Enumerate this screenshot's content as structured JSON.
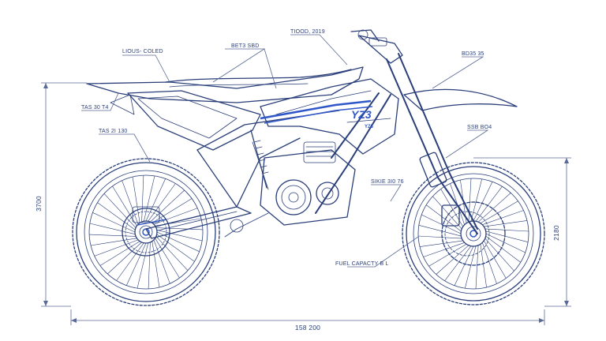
{
  "callouts": {
    "top_left": "LIOUS- COLED",
    "top_mid": "BET3 SBD",
    "top_center": "TIOOD, 2019",
    "top_right": "BD35 35",
    "left_rear": "TAS 30 T4",
    "left_wheel": "TAS 2I 130",
    "right_fork": "SSB BO4",
    "engine_right": "SIKIE 3I0 76",
    "fuel": "FUEL CAPACTY B L"
  },
  "dimensions": {
    "height_left": "3700",
    "height_right": "2180",
    "length_bottom": "158 200"
  },
  "branding": {
    "tank_logo": "YZ3",
    "tank_sub": "YZ3"
  },
  "colors": {
    "ink": "#2a3f7a",
    "accent": "#2f57c8",
    "background": "#ffffff"
  }
}
